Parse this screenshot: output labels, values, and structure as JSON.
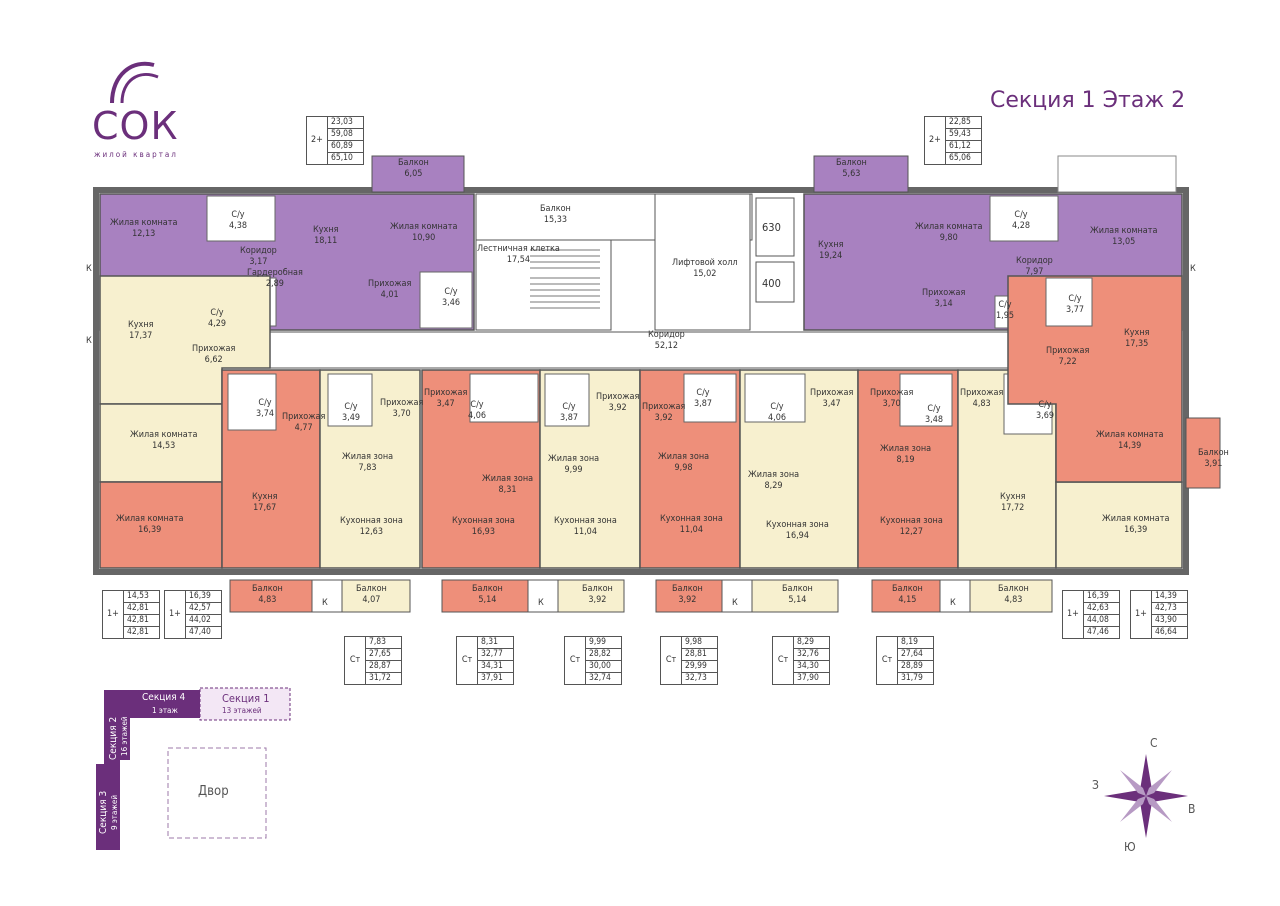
{
  "logo": {
    "title": "СОК",
    "subtitle": "жилой квартал"
  },
  "header": {
    "title": "Секция 1 Этаж 2"
  },
  "colors": {
    "purple": "#a881c0",
    "salmon": "#ee8f7a",
    "cream": "#f7f0cf",
    "brand": "#6b2f7b"
  },
  "rooms": [
    {
      "label": "Жилая комната",
      "area": "12,13"
    },
    {
      "label": "С/у",
      "area": "4,38"
    },
    {
      "label": "Коридор",
      "area": "3,17"
    },
    {
      "label": "Кухня",
      "area": "18,11"
    },
    {
      "label": "Гардеробная",
      "area": "2,89"
    },
    {
      "label": "Жилая комната",
      "area": "10,90"
    },
    {
      "label": "Прихожая",
      "area": "4,01"
    },
    {
      "label": "С/у",
      "area": "3,46"
    },
    {
      "label": "Балкон",
      "area": "6,05"
    },
    {
      "label": "Балкон",
      "area": "15,33"
    },
    {
      "label": "Лестничная клетка",
      "area": "17,54"
    },
    {
      "label": "Лифтовой холл",
      "area": "15,02"
    },
    {
      "label": "Коридор",
      "area": "52,12"
    },
    {
      "label": "Балкон",
      "area": "5,63"
    },
    {
      "label": "Кухня",
      "area": "19,24"
    },
    {
      "label": "Жилая комната",
      "area": "9,80"
    },
    {
      "label": "С/у",
      "area": "4,28"
    },
    {
      "label": "Жилая комната",
      "area": "13,05"
    },
    {
      "label": "Коридор",
      "area": "7,97"
    },
    {
      "label": "Прихожая",
      "area": "3,14"
    },
    {
      "label": "С/у",
      "area": "1,95"
    },
    {
      "label": "Кухня",
      "area": "17,37"
    },
    {
      "label": "С/у",
      "area": "4,29"
    },
    {
      "label": "Прихожая",
      "area": "6,62"
    },
    {
      "label": "С/у",
      "area": "3,74"
    },
    {
      "label": "Прихожая",
      "area": "4,77"
    },
    {
      "label": "Жилая комната",
      "area": "14,53"
    },
    {
      "label": "Кухня",
      "area": "17,67"
    },
    {
      "label": "Жилая комната",
      "area": "16,39"
    },
    {
      "label": "С/у",
      "area": "3,49"
    },
    {
      "label": "Прихожая",
      "area": "3,70"
    },
    {
      "label": "Жилая зона",
      "area": "7,83"
    },
    {
      "label": "Кухонная зона",
      "area": "12,63"
    },
    {
      "label": "Прихожая",
      "area": "3,47"
    },
    {
      "label": "С/у",
      "area": "4,06"
    },
    {
      "label": "Жилая зона",
      "area": "8,31"
    },
    {
      "label": "Кухонная зона",
      "area": "16,93"
    },
    {
      "label": "С/у",
      "area": "3,87"
    },
    {
      "label": "Прихожая",
      "area": "3,92"
    },
    {
      "label": "Жилая зона",
      "area": "9,99"
    },
    {
      "label": "Кухонная зона",
      "area": "11,04"
    },
    {
      "label": "Прихожая",
      "area": "3,92"
    },
    {
      "label": "С/у",
      "area": "3,87"
    },
    {
      "label": "Жилая зона",
      "area": "9,98"
    },
    {
      "label": "Кухонная зона",
      "area": "11,04"
    },
    {
      "label": "С/у",
      "area": "4,06"
    },
    {
      "label": "Прихожая",
      "area": "3,47"
    },
    {
      "label": "Жилая зона",
      "area": "8,29"
    },
    {
      "label": "Кухонная зона",
      "area": "16,94"
    },
    {
      "label": "Прихожая",
      "area": "3,70"
    },
    {
      "label": "С/у",
      "area": "3,48"
    },
    {
      "label": "Жилая зона",
      "area": "8,19"
    },
    {
      "label": "Кухонная зона",
      "area": "12,27"
    },
    {
      "label": "Прихожая",
      "area": "4,83"
    },
    {
      "label": "С/у",
      "area": "3,69"
    },
    {
      "label": "Кухня",
      "area": "17,72"
    },
    {
      "label": "С/у",
      "area": "3,77"
    },
    {
      "label": "Кухня",
      "area": "17,35"
    },
    {
      "label": "Прихожая",
      "area": "7,22"
    },
    {
      "label": "Жилая комната",
      "area": "14,39"
    },
    {
      "label": "Балкон",
      "area": "3,91"
    },
    {
      "label": "Жилая комната",
      "area": "16,39"
    },
    {
      "label": "Балкон",
      "area": "4,83"
    },
    {
      "label": "Балкон",
      "area": "4,07"
    },
    {
      "label": "Балкон",
      "area": "5,14"
    },
    {
      "label": "Балкон",
      "area": "3,92"
    },
    {
      "label": "Балкон",
      "area": "3,92"
    },
    {
      "label": "Балкон",
      "area": "5,14"
    },
    {
      "label": "Балкон",
      "area": "4,15"
    },
    {
      "label": "Балкон",
      "area": "4,83"
    }
  ],
  "elevators": [
    {
      "label": "630"
    },
    {
      "label": "400"
    }
  ],
  "k_mark": "К",
  "tables": [
    {
      "rooms": "2+",
      "values": [
        "23,03",
        "59,08",
        "60,89",
        "65,10"
      ]
    },
    {
      "rooms": "2+",
      "values": [
        "22,85",
        "59,43",
        "61,12",
        "65,06"
      ]
    },
    {
      "rooms": "1+",
      "values": [
        "14,53",
        "42,81",
        "42,81",
        "42,81"
      ]
    },
    {
      "rooms": "1+",
      "values": [
        "16,39",
        "42,57",
        "44,02",
        "47,40"
      ]
    },
    {
      "rooms": "Ст",
      "values": [
        "7,83",
        "27,65",
        "28,87",
        "31,72"
      ]
    },
    {
      "rooms": "Ст",
      "values": [
        "8,31",
        "32,77",
        "34,31",
        "37,91"
      ]
    },
    {
      "rooms": "Ст",
      "values": [
        "9,99",
        "28,82",
        "30,00",
        "32,74"
      ]
    },
    {
      "rooms": "Ст",
      "values": [
        "9,98",
        "28,81",
        "29,99",
        "32,73"
      ]
    },
    {
      "rooms": "Ст",
      "values": [
        "8,29",
        "32,76",
        "34,30",
        "37,90"
      ]
    },
    {
      "rooms": "Ст",
      "values": [
        "8,19",
        "27,64",
        "28,89",
        "31,79"
      ]
    },
    {
      "rooms": "1+",
      "values": [
        "16,39",
        "42,63",
        "44,08",
        "47,46"
      ]
    },
    {
      "rooms": "1+",
      "values": [
        "14,39",
        "42,73",
        "43,90",
        "46,64"
      ]
    }
  ],
  "minimap": {
    "section4": "Секция 4",
    "section4_floors": "1 этаж",
    "section1": "Секция 1",
    "section1_floors": "13 этажей",
    "section2": "Секция 2",
    "section2_floors": "16 этажей",
    "section3": "Секция 3",
    "section3_floors": "9 этажей",
    "yard": "Двор"
  },
  "compass": {
    "n": "С",
    "s": "Ю",
    "e": "В",
    "w": "З"
  }
}
